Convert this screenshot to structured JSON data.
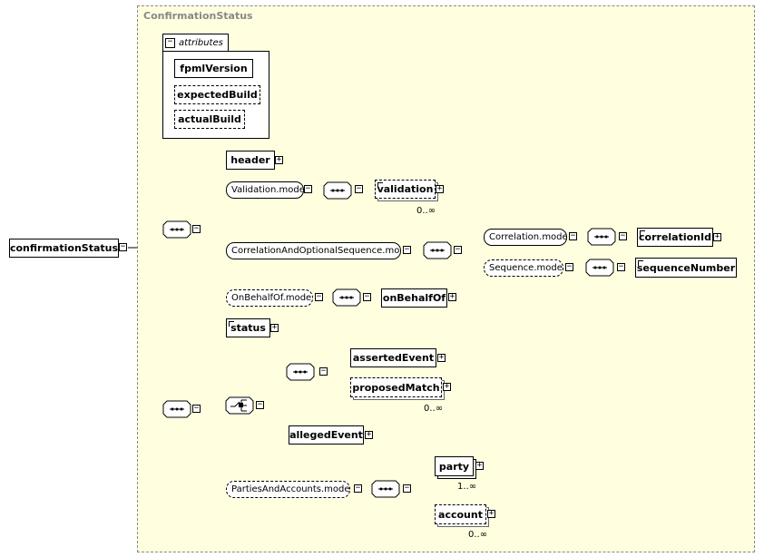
{
  "type_name": "ConfirmationStatus",
  "attributes_label": "attributes",
  "attributes": [
    "fpmlVersion",
    "expectedBuild",
    "actualBuild"
  ],
  "root": "confirmationStatus",
  "elements": {
    "header": "header",
    "validation_model": "Validation.model",
    "validation": "validation",
    "validation_card": "0..∞",
    "correlation_seq_model": "CorrelationAndOptionalSequence.mo...",
    "correlation_model": "Correlation.model",
    "correlation_id": "correlationId",
    "sequence_model": "Sequence.model",
    "sequence_number": "sequenceNumber",
    "on_behalf_model": "OnBehalfOf.model",
    "on_behalf_of": "onBehalfOf",
    "status": "status",
    "asserted_event": "assertedEvent",
    "proposed_match": "proposedMatch",
    "proposed_match_card": "0..∞",
    "alleged_event": "allegedEvent",
    "parties_model": "PartiesAndAccounts.model",
    "party": "party",
    "party_card": "1..∞",
    "account": "account",
    "account_card": "0..∞"
  }
}
